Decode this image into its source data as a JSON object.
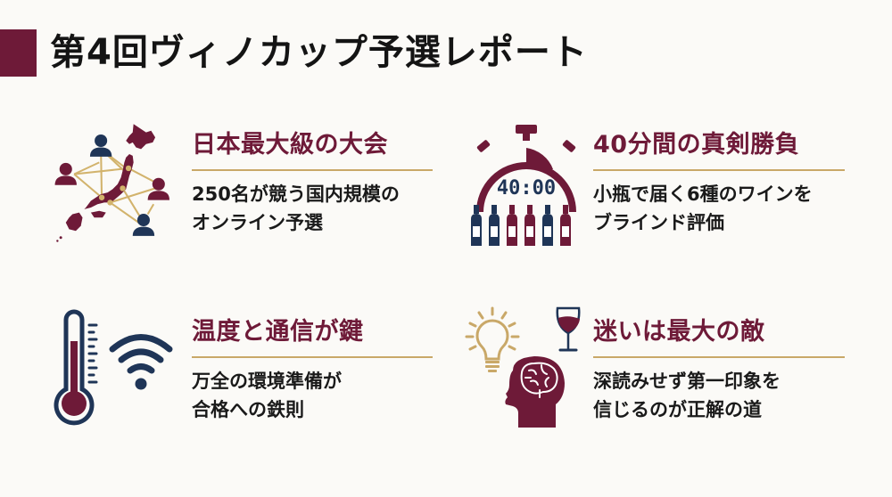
{
  "page": {
    "title": "第4回ヴィノカップ予選レポート"
  },
  "colors": {
    "maroon": "#6e1a38",
    "navy": "#1f3557",
    "gold": "#c9a868",
    "background": "#fbfaf7",
    "text": "#1a1a1a"
  },
  "cards": [
    {
      "heading": "日本最大級の大会",
      "body_lines": [
        "250名が競う国内規模の",
        "オンライン予選"
      ],
      "icon": "japan-map-network-icon"
    },
    {
      "heading": "40分間の真剣勝負",
      "body_lines": [
        "小瓶で届く6種のワインを",
        "ブラインド評価"
      ],
      "icon": "stopwatch-wine-bottles-icon",
      "timer_display": "40:00",
      "bottle_colors": [
        "navy",
        "navy",
        "maroon",
        "maroon",
        "navy",
        "maroon"
      ]
    },
    {
      "heading": "温度と通信が鍵",
      "body_lines": [
        "万全の環境準備が",
        "合格への鉄則"
      ],
      "icon": "thermometer-wifi-icon"
    },
    {
      "heading": "迷いは最大の敵",
      "body_lines": [
        "深読みせず第一印象を",
        "信じるのが正解の道"
      ],
      "icon": "lightbulb-brain-wineglass-icon"
    }
  ]
}
